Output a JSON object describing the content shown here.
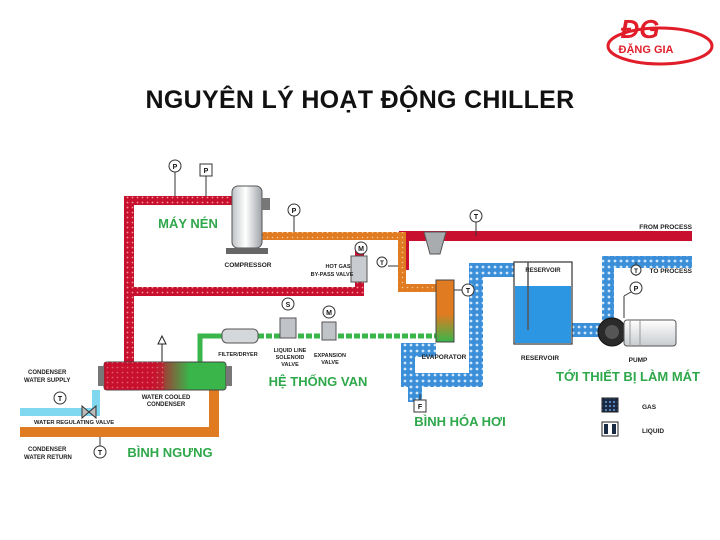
{
  "title": "NGUYÊN LÝ HOẠT ĐỘNG CHILLER",
  "logo": {
    "mark": "ĐG",
    "name": "ĐẶNG GIA",
    "color": "#e11d2a"
  },
  "colors": {
    "hot_gas_pipe": "#c8102e",
    "discharge_pipe": "#e07b21",
    "liquid_pipe": "#39b54a",
    "water_pipe": "#2f8fd8",
    "supply_water": "#7fd8f0",
    "section_label": "#2ea84a"
  },
  "section_labels": {
    "compressor": "MÁY NÉN",
    "valves": "HỆ THỐNG VAN",
    "evaporator": "BÌNH HÓA HƠI",
    "condenser": "BÌNH NGƯNG",
    "cooling_equipment": "TỚI THIẾT BỊ LÀM MÁT"
  },
  "components": {
    "compressor": "COMPRESSOR",
    "hot_gas_valve_1": "HOT GAS",
    "hot_gas_valve_2": "BY-PASS VALVE",
    "filter_dryer": "FILTER/DRYER",
    "solenoid_1": "LIQUID LINE",
    "solenoid_2": "SOLENOID",
    "solenoid_3": "VALVE",
    "expansion_1": "EXPANSION",
    "expansion_2": "VALVE",
    "evaporator": "EVAPORATOR",
    "reservoir": "RESERVOIR",
    "pump": "PUMP",
    "condenser_1": "WATER COOLED",
    "condenser_2": "CONDENSER",
    "condenser_supply_1": "CONDENSER",
    "condenser_supply_2": "WATER SUPPLY",
    "water_regulating_valve": "WATER REGULATING VALVE",
    "condenser_return_1": "CONDENSER",
    "condenser_return_2": "WATER RETURN",
    "from_process": "FROM PROCESS",
    "to_process": "TO PROCESS"
  },
  "instrument_symbols": {
    "pressure": "P",
    "temperature": "T",
    "flow": "F",
    "solenoid": "S",
    "motor": "M"
  },
  "legend": {
    "gas": "GAS",
    "liquid": "LIQUID"
  }
}
